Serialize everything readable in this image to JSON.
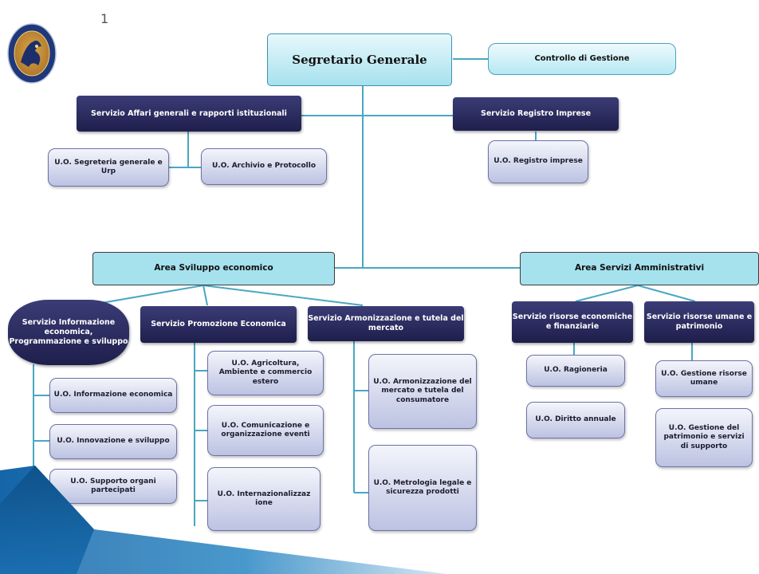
{
  "page_number": "1",
  "logo_icon": "chamber-of-commerce-seal-icon",
  "nodes": {
    "segretario": "Segretario Generale",
    "controllo": "Controllo di Gestione",
    "affari_generali": "Servizio Affari generali  e rapporti istituzionali",
    "registro_imprese_srv": "Servizio Registro  Imprese",
    "uo_segreteria": "U.O. Segreteria generale  e Urp",
    "uo_archivio": "U.O. Archivio e Protocollo",
    "uo_registro": "U.O. Registro imprese",
    "area_sviluppo": "Area Sviluppo economico",
    "area_servizi": "Area Servizi Amministrativi",
    "srv_informazione": "Servizio Informazione economica, Programmazione e sviluppo",
    "srv_promozione": "Servizio Promozione Economica",
    "srv_armonizzazione": "Servizio Armonizzazione  e tutela del mercato",
    "srv_risorse_eco": "Servizio risorse economiche e finanziarie",
    "srv_risorse_umane": "Servizio risorse umane e patrimonio",
    "uo_informazione": "U.O. Informazione economica",
    "uo_innovazione": "U.O. Innovazione e sviluppo",
    "uo_supporto": "U.O. Supporto organi partecipati",
    "uo_agricoltura": "U.O. Agricoltura, Ambiente e commercio estero",
    "uo_comunicazione": "U.O. Comunicazione e organizzazione eventi",
    "uo_internazionalizzazione": "U.O. Internazionalizzaz ione",
    "uo_armonizzazione": "U.O. Armonizzazione del mercato  e tutela del consumatore",
    "uo_metrologia": "U.O. Metrologia legale e sicurezza prodotti",
    "uo_ragioneria": "U.O. Ragioneria",
    "uo_diritto": "U.O. Diritto annuale",
    "uo_gestione_umane": "U.O. Gestione risorse umane",
    "uo_gestione_patrimonio": "U.O. Gestione del patrimonio e servizi di supporto"
  },
  "colors": {
    "connector": "#4aa7c2",
    "dark_box": "#232552",
    "light_box": "#a6e1ee",
    "uo_box": "#c9cde8",
    "arrow": "#1565a8"
  }
}
